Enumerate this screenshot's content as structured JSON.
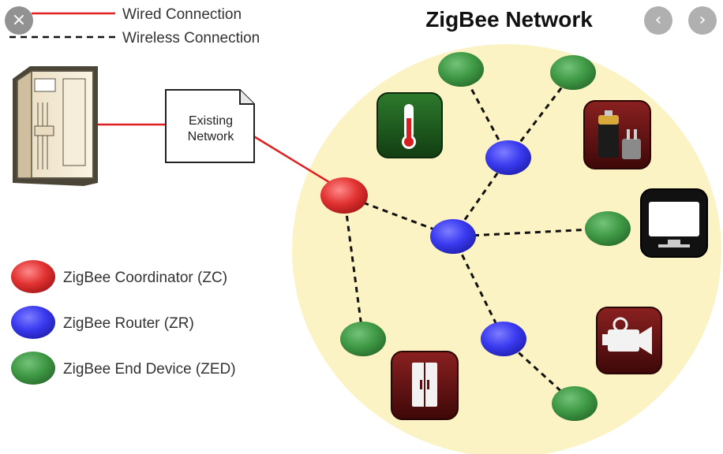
{
  "title": "ZigBee Network",
  "legend": {
    "wired": "Wired Connection",
    "wireless": "Wireless Connection",
    "coordinator": "ZigBee Coordinator (ZC)",
    "router": "ZigBee Router (ZR)",
    "end_device": "ZigBee End Device (ZED)"
  },
  "existing_network": {
    "line1": "Existing",
    "line2": "Network"
  },
  "controls": {
    "close": "×",
    "prev": "‹",
    "next": "›"
  },
  "colors": {
    "coordinator": "#e03030",
    "router": "#3b3bf2",
    "end_device": "#3f9a45",
    "wired": "#e02020",
    "network_bg": "#fbf3c4",
    "device_tile": "#5a0f0f",
    "thermometer_tile": "#1e5e1e"
  },
  "icons": [
    "thermometer-icon",
    "battery-charger-icon",
    "monitor-icon",
    "camcorder-icon",
    "refrigerator-icon",
    "server-tower-icon",
    "document-icon"
  ]
}
